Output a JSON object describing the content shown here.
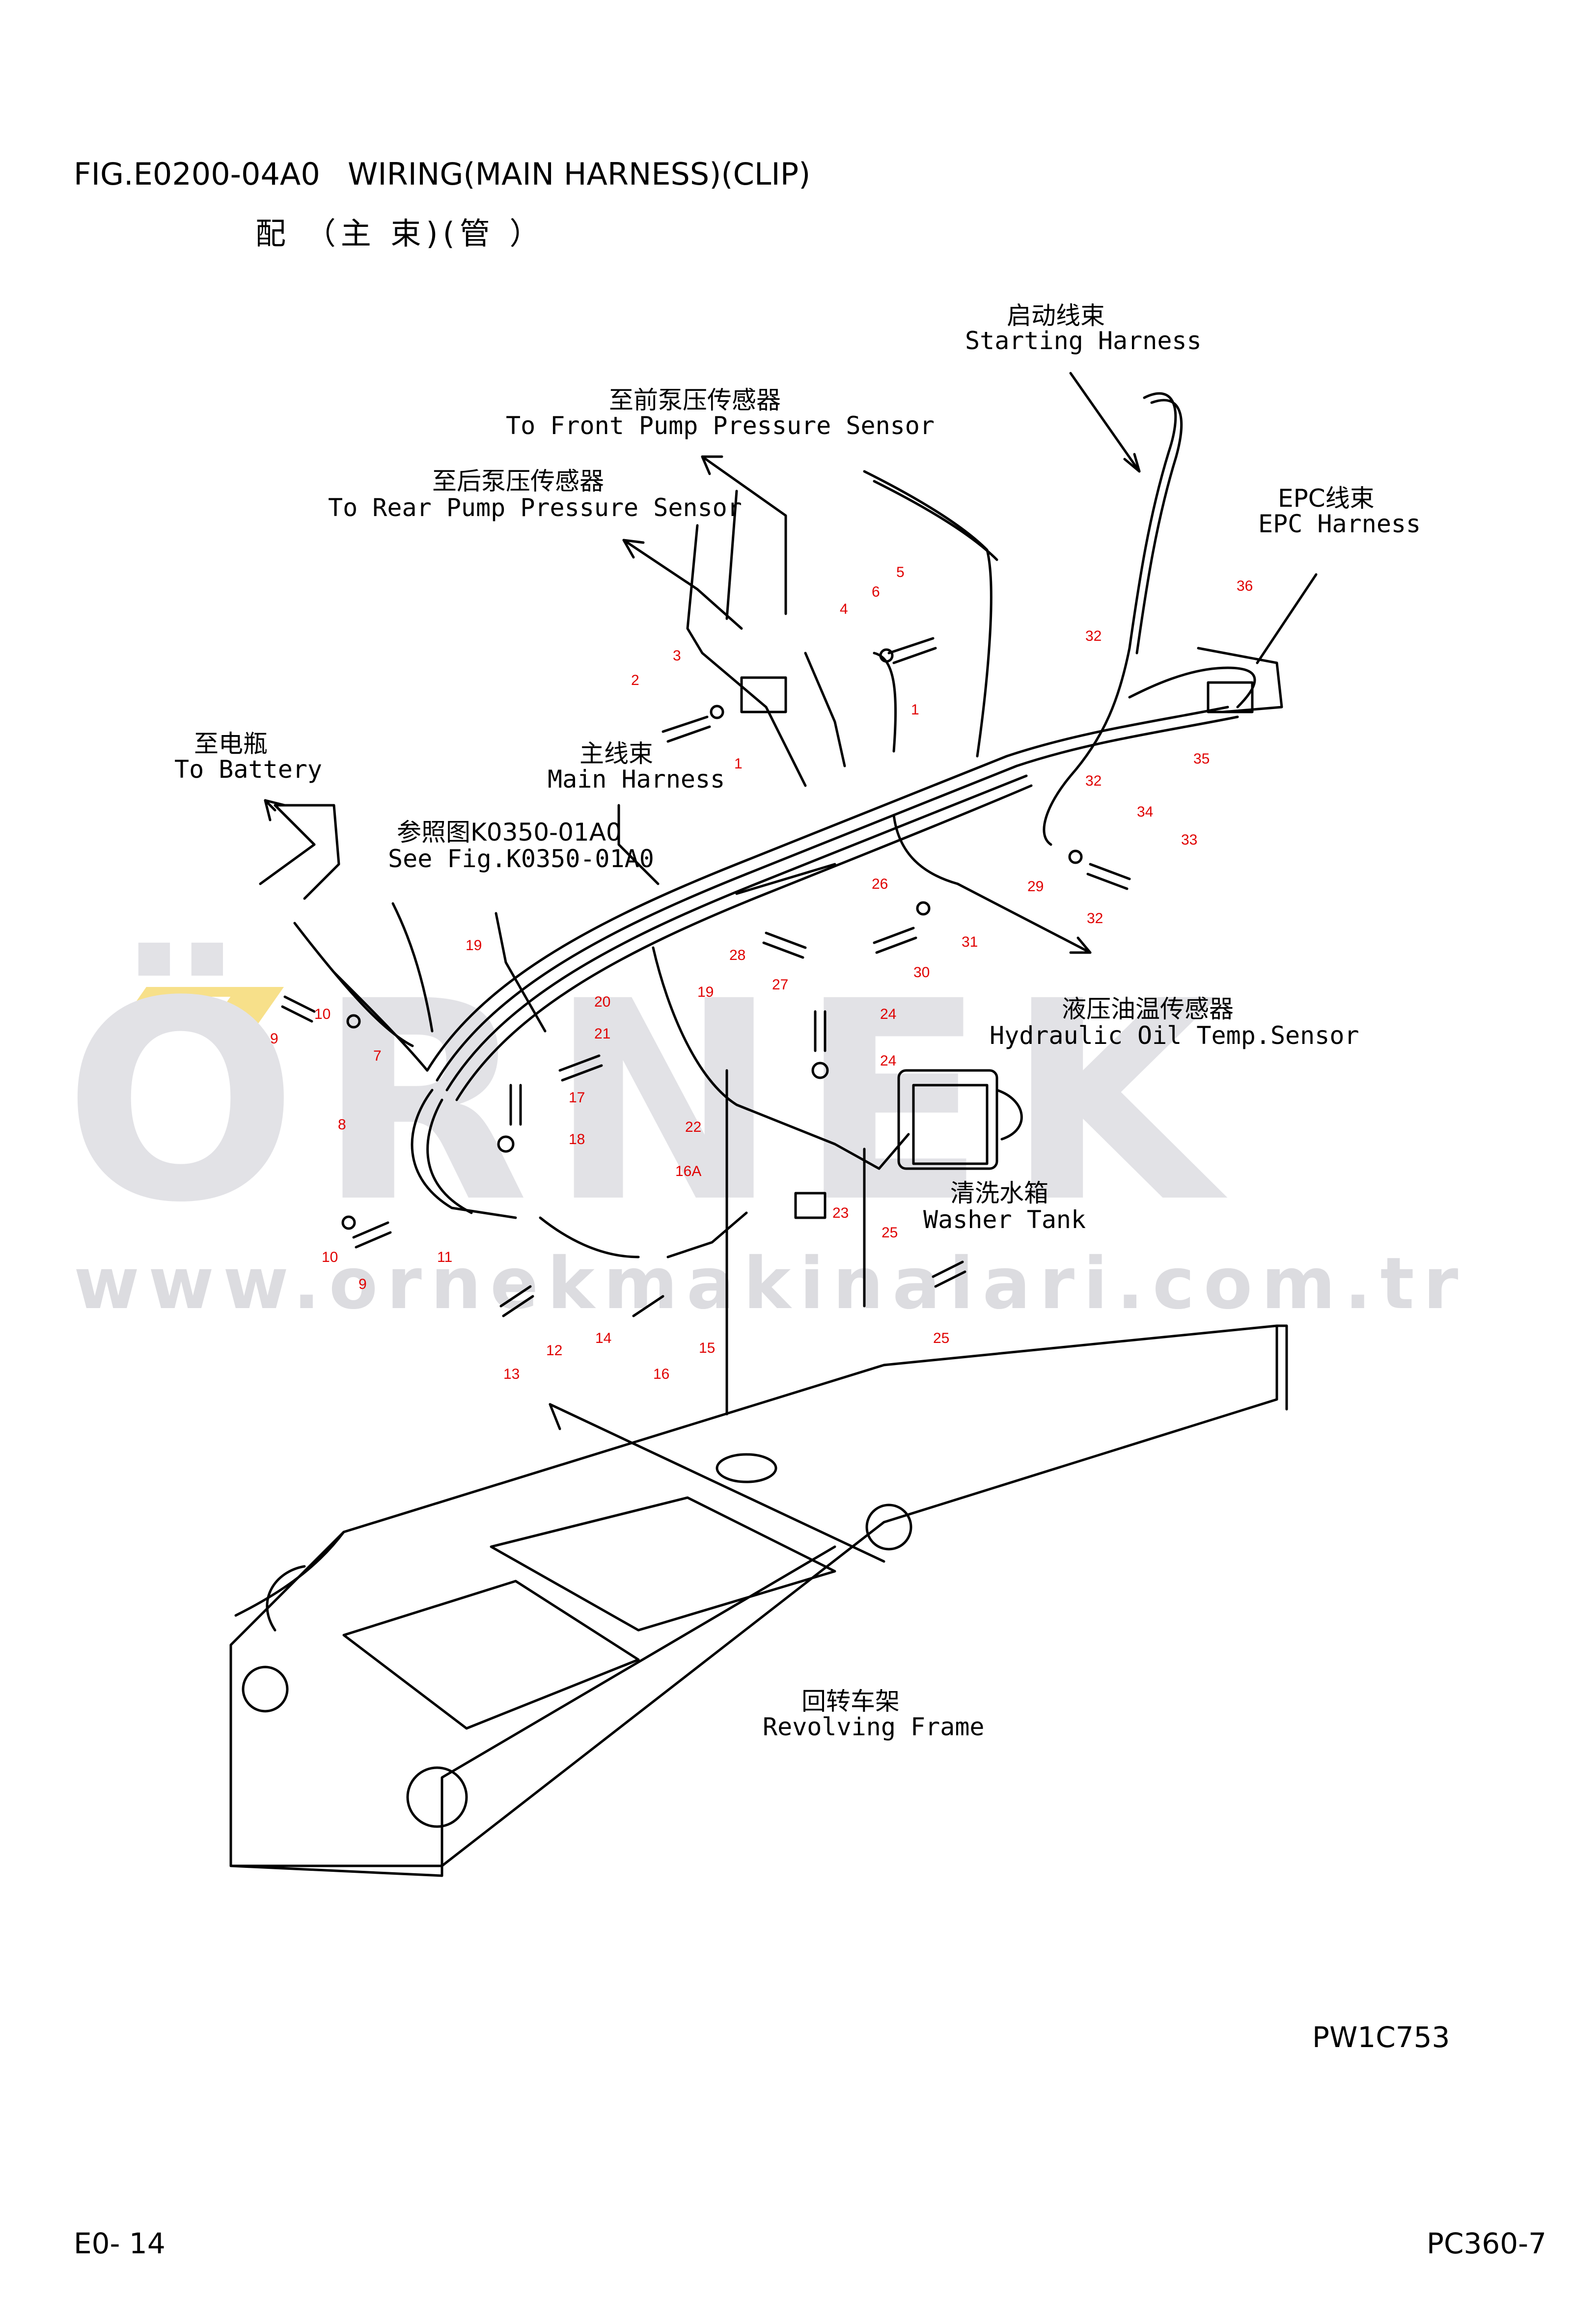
{
  "header": {
    "fig_code": "FIG.E0200-04A0",
    "title_en": "WIRING(MAIN HARNESS)(CLIP)",
    "title_cn": "配 （主 束)(管 ）"
  },
  "labels": {
    "starting_harness": {
      "cn": "启动线束",
      "en": "Starting Harness"
    },
    "front_pump": {
      "cn": "至前泵压传感器",
      "en": "To Front Pump Pressure Sensor"
    },
    "rear_pump": {
      "cn": "至后泵压传感器",
      "en": "To Rear Pump Pressure Sensor"
    },
    "epc_harness": {
      "cn": "EPC线束",
      "en": "EPC Harness"
    },
    "battery": {
      "cn": "至电瓶",
      "en": "To Battery"
    },
    "main_harness": {
      "cn": "主线束",
      "en": "Main Harness"
    },
    "see_fig": {
      "cn": "参照图K0350-01A0",
      "en": "See Fig.K0350-01A0"
    },
    "oil_temp": {
      "cn": "液压油温传感器",
      "en": "Hydraulic Oil Temp.Sensor"
    },
    "washer_tank": {
      "cn": "清洗水箱",
      "en": "Washer Tank"
    },
    "revolving_frame": {
      "cn": "回转车架",
      "en": "Revolving Frame"
    }
  },
  "part_numbers": [
    "1",
    "1",
    "2",
    "3",
    "4",
    "5",
    "6",
    "7",
    "8",
    "9",
    "9",
    "10",
    "10",
    "11",
    "12",
    "13",
    "14",
    "15",
    "16",
    "16A",
    "17",
    "18",
    "19",
    "19",
    "20",
    "21",
    "22",
    "23",
    "24",
    "24",
    "25",
    "25",
    "26",
    "27",
    "28",
    "29",
    "30",
    "31",
    "32",
    "32",
    "32",
    "33",
    "34",
    "35",
    "36"
  ],
  "footer": {
    "drawing_no": "PW1C753",
    "page": "E0- 14",
    "model": "PC360-7"
  },
  "watermark": {
    "brand": "ÖRNEK",
    "url": "www.ornekmakinalari.com.tr"
  },
  "colors": {
    "part_number": "#e00000",
    "watermark": "#e2e2e6",
    "accent": "#f5d76e"
  }
}
